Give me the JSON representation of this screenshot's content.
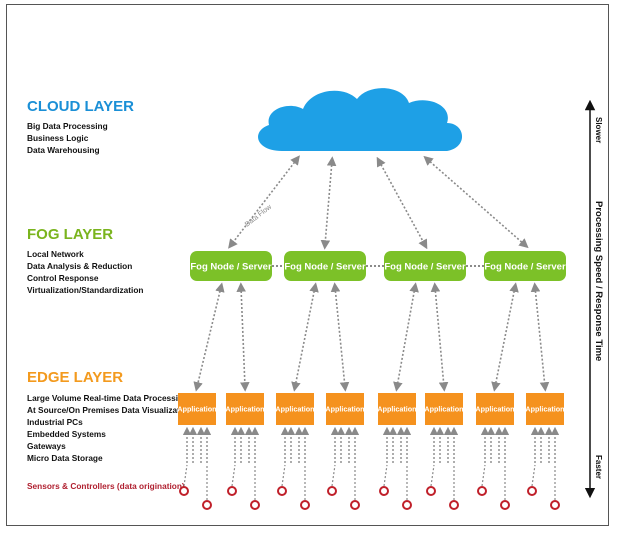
{
  "cloud_layer": {
    "title": "CLOUD LAYER",
    "items": [
      "Big Data Processing",
      "Business Logic",
      "Data Warehousing"
    ]
  },
  "fog_layer": {
    "title": "FOG LAYER",
    "items": [
      "Local Network",
      "Data Analysis & Reduction",
      "Control Response",
      "Virtualization/Standardization"
    ]
  },
  "edge_layer": {
    "title": "EDGE LAYER",
    "items": [
      "Large Volume Real-time Data Processing",
      "At Source/On Premises Data Visualization",
      "Industrial PCs",
      "Embedded Systems",
      "Gateways",
      "Micro Data Storage"
    ]
  },
  "sensors_label": "Sensors & Controllers (data origination)",
  "data_flow_label": "Data Flow",
  "fog_nodes": [
    "Fog Node / Server",
    "Fog Node / Server",
    "Fog Node / Server",
    "Fog Node / Server"
  ],
  "applications": [
    "Application",
    "Application",
    "Application",
    "Application",
    "Application",
    "Application",
    "Application",
    "Application"
  ],
  "axis": {
    "top_label": "Slower",
    "middle_label": "Processing Speed / Response Time",
    "bottom_label": "Faster"
  },
  "colors": {
    "cloud_title": "#1a8fd6",
    "fog_title": "#7ab41e",
    "edge_title": "#f39a1e",
    "cloud_fill": "#1ea0e6",
    "fog_node": "#7cc128",
    "app_box": "#f5921e",
    "sensor": "#c0202a",
    "sensors_label": "#b02030",
    "connector": "#8a8a8a"
  }
}
